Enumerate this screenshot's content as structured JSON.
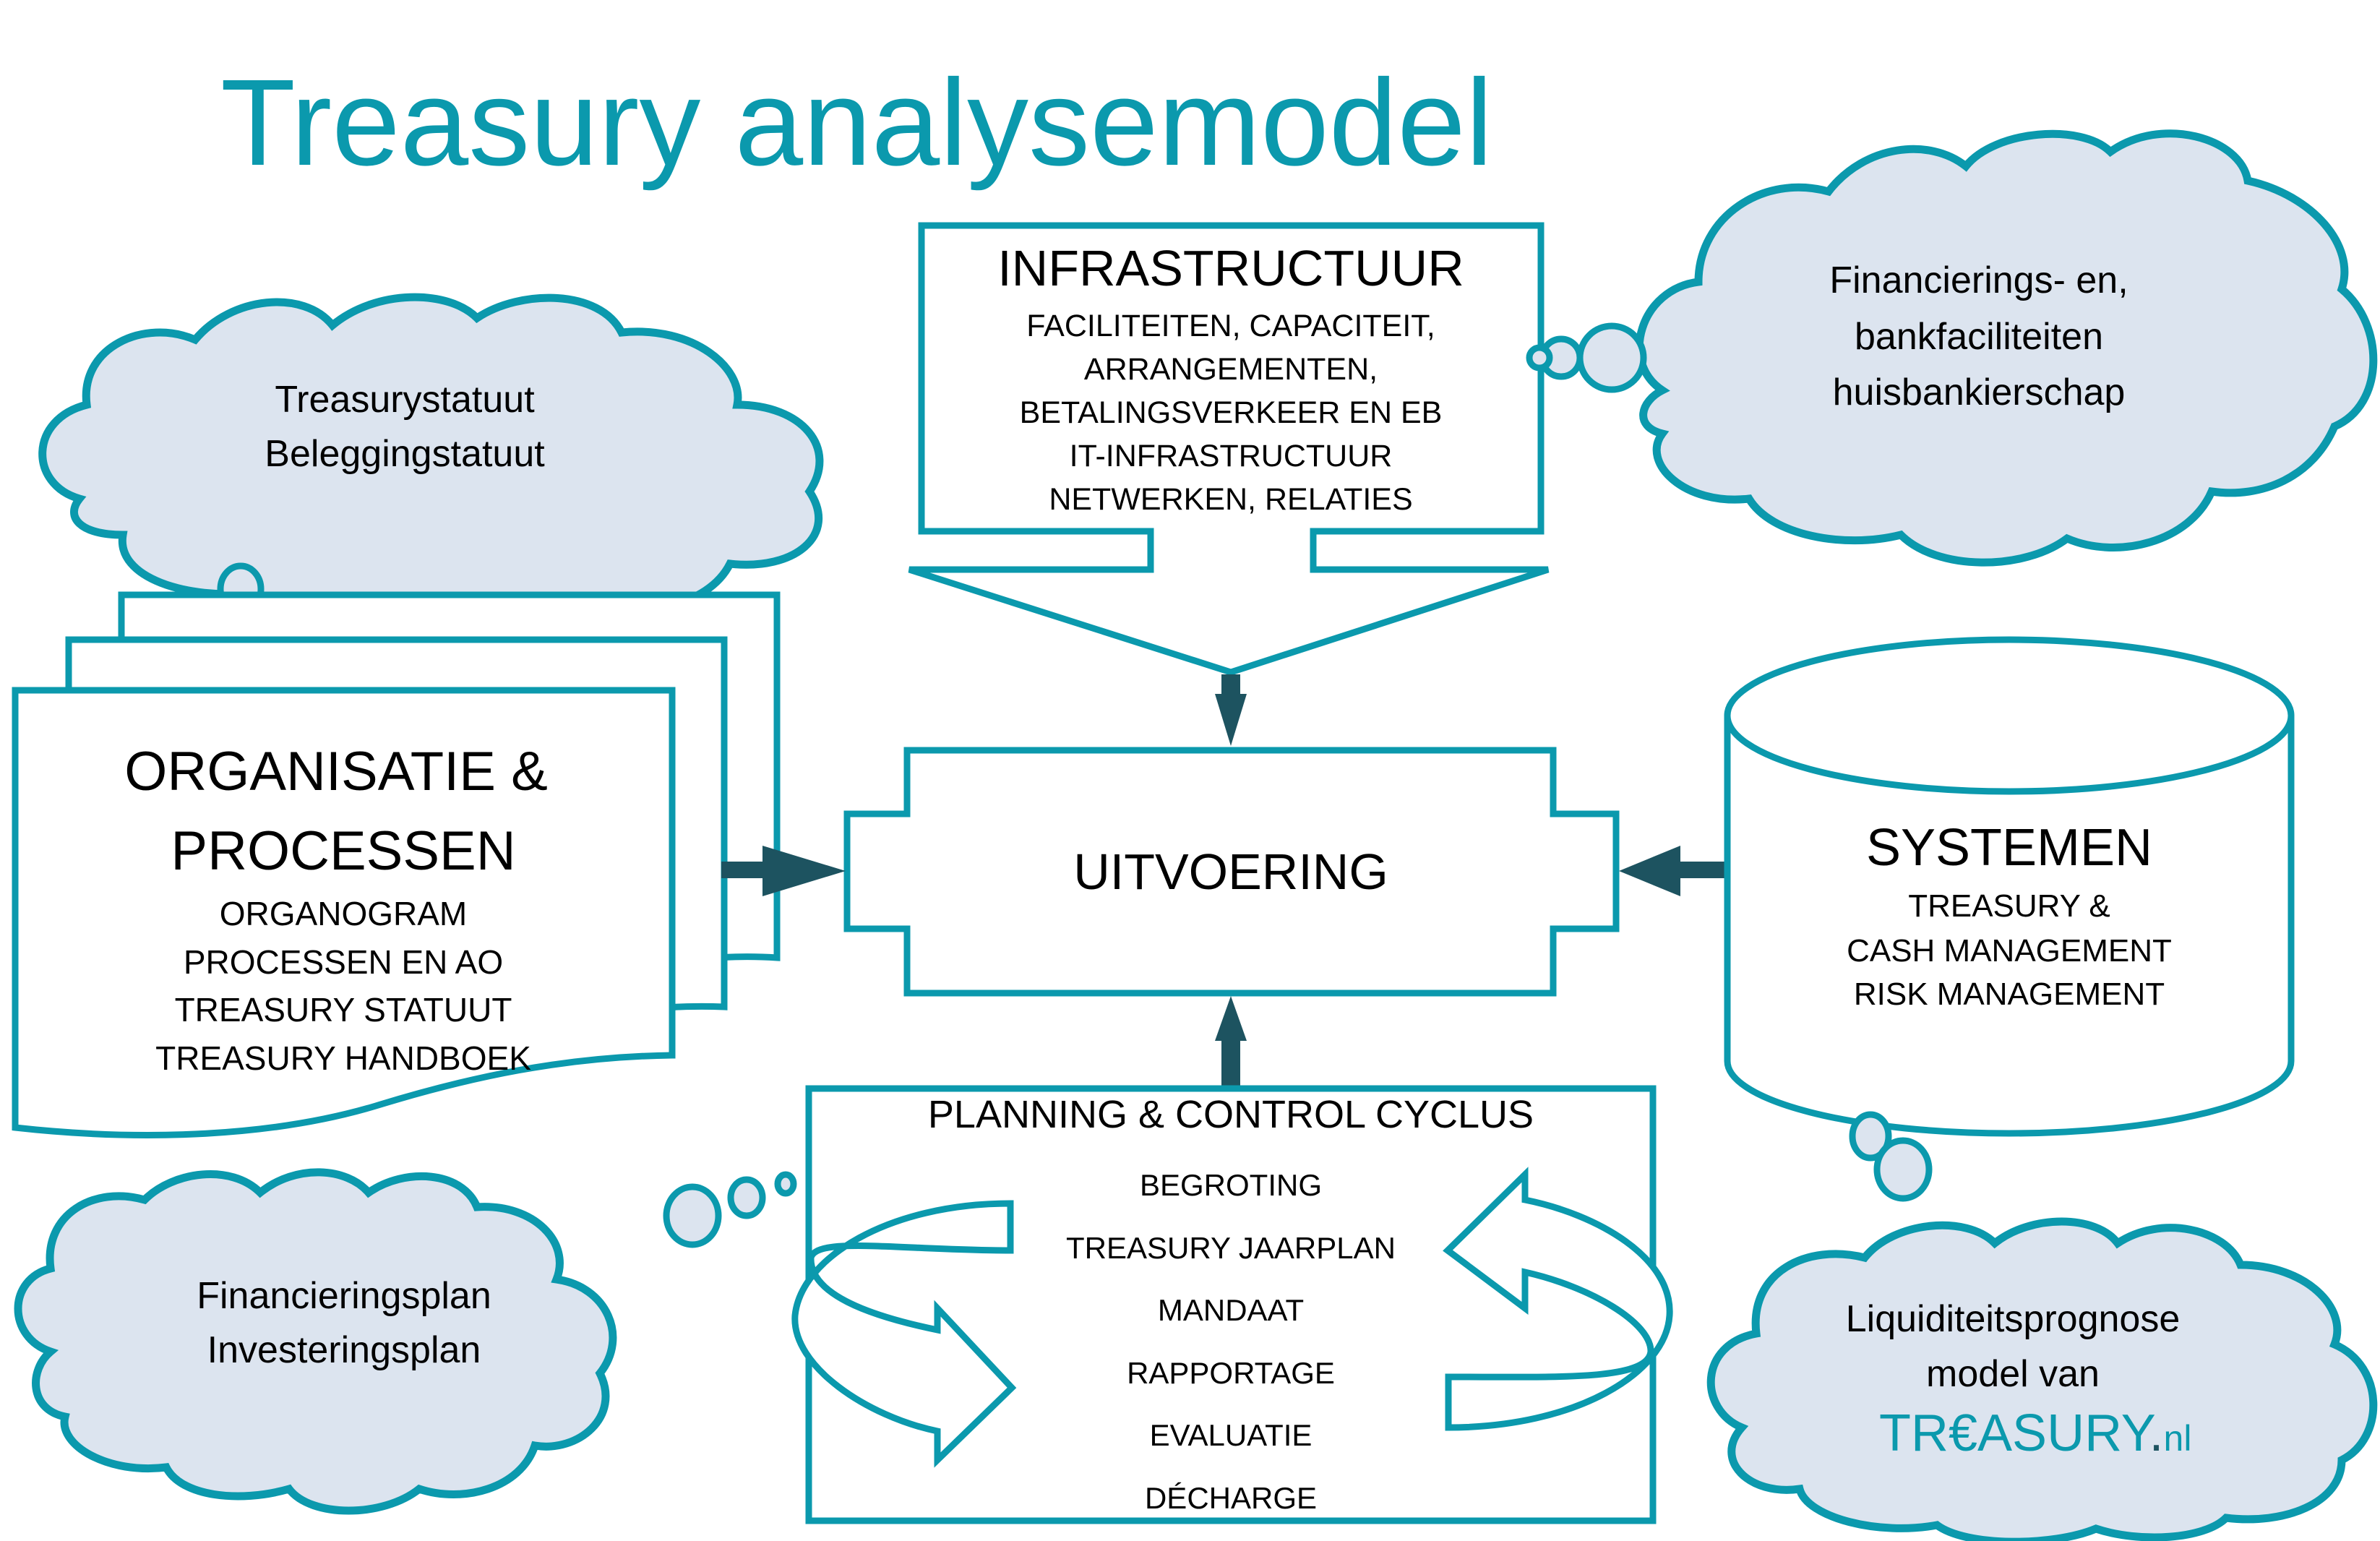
{
  "title": "Treasury analysemodel",
  "colors": {
    "teal": "#0b99ad",
    "dark_arrow": "#1d5360",
    "cloud_fill": "#dce4ef",
    "text": "#000000"
  },
  "infrastructuur": {
    "heading": "INFRASTRUCTUUR",
    "lines": [
      "FACILITEITEN, CAPACITEIT,",
      "ARRANGEMENTEN,",
      "BETALINGSVERKEER EN EB",
      "IT-INFRASTRUCTUUR",
      "NETWERKEN, RELATIES"
    ]
  },
  "uitvoering": {
    "label": "UITVOERING"
  },
  "organisatie": {
    "heading_lines": [
      "ORGANISATIE &",
      "PROCESSEN"
    ],
    "lines": [
      "ORGANOGRAM",
      "PROCESSEN EN AO",
      "TREASURY STATUUT",
      "TREASURY HANDBOEK"
    ]
  },
  "systemen": {
    "heading": "SYSTEMEN",
    "lines": [
      "TREASURY &",
      "CASH MANAGEMENT",
      "RISK MANAGEMENT"
    ]
  },
  "planning": {
    "heading": "PLANNING & CONTROL CYCLUS",
    "items": [
      "BEGROTING",
      "TREASURY JAARPLAN",
      "MANDAAT",
      "RAPPORTAGE",
      "EVALUATIE",
      "DÉCHARGE"
    ]
  },
  "clouds": {
    "top_left": [
      "Treasurystatuut",
      "Beleggingstatuut"
    ],
    "top_right": [
      "Financierings- en,",
      "bankfaciliteiten",
      "huisbankierschap"
    ],
    "bottom_left": [
      "Financieringsplan",
      "Investeringsplan"
    ],
    "bottom_right": [
      "Liquiditeitsprognose",
      "model van"
    ],
    "logo": {
      "prefix": "TR€ASURY",
      "dot": ".",
      "suffix": "nl"
    }
  }
}
